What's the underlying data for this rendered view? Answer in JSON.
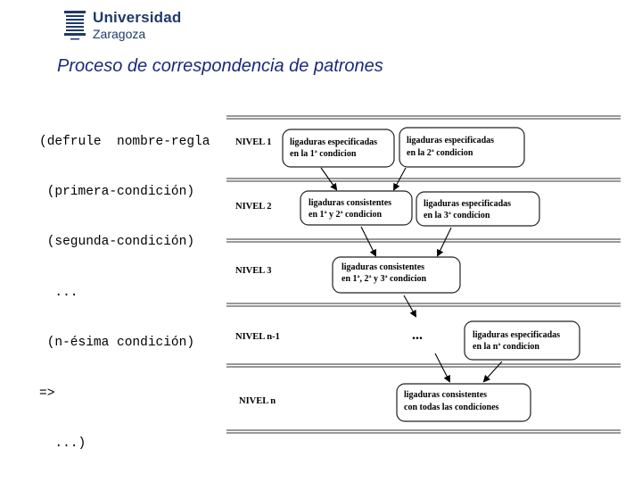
{
  "logo": {
    "university": "Universidad",
    "city": "Zaragoza"
  },
  "title": "Proceso de correspondencia de patrones",
  "code": {
    "lines": [
      "(defrule  nombre-regla",
      " (primera-condición)",
      " (segunda-condición)",
      "  ...",
      " (n-ésima condición)",
      "=>",
      "  ...)"
    ]
  },
  "diagram": {
    "levels": [
      {
        "label": "NIVEL 1"
      },
      {
        "label": "NIVEL 2"
      },
      {
        "label": "NIVEL 3"
      },
      {
        "label": "NIVEL n-1"
      },
      {
        "label": "NIVEL n"
      }
    ],
    "boxes": [
      {
        "lines": [
          "ligaduras especificadas",
          "en la 1ª condicion"
        ]
      },
      {
        "lines": [
          "ligaduras especificadas",
          "en la 2ª condicion"
        ]
      },
      {
        "lines": [
          "ligaduras consistentes",
          "en  1ª y 2ª condicion"
        ]
      },
      {
        "lines": [
          "ligaduras especificadas",
          "en la 3ª condicion"
        ]
      },
      {
        "lines": [
          "ligaduras consistentes",
          "en  1ª, 2ª y 3ª condicion"
        ]
      },
      {
        "lines": [
          "ligaduras especificadas",
          "en la nª condicion"
        ]
      },
      {
        "lines": [
          "ligaduras consistentes",
          "con todas  las condiciones"
        ]
      }
    ],
    "ellipsis": "..."
  }
}
